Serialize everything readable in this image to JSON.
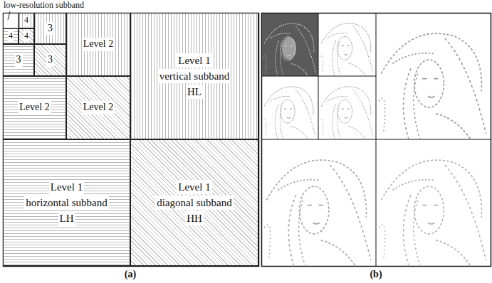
{
  "diagram": {
    "nodes": [
      {
        "text": [
          "4"
        ]
      },
      {
        "text": [
          "4"
        ]
      },
      {
        "text": [
          "4"
        ]
      },
      {
        "text": [
          "3"
        ]
      },
      {
        "text": [
          "3"
        ]
      },
      {
        "text": [
          "3"
        ]
      },
      {
        "text": [
          "Level 2"
        ]
      },
      {
        "text": [
          "Level 2"
        ]
      },
      {
        "text": [
          "Level 2"
        ]
      },
      {
        "text": [
          "Level 1",
          "vertical subband",
          "HL"
        ]
      },
      {
        "text": [
          "Level 1",
          "horizontal subband",
          "LH"
        ]
      },
      {
        "text": [
          "Level 1",
          "diagonal subband",
          "HH"
        ]
      }
    ],
    "labels": [
      "low-resolution subband",
      "(a)",
      "(b)"
    ]
  }
}
